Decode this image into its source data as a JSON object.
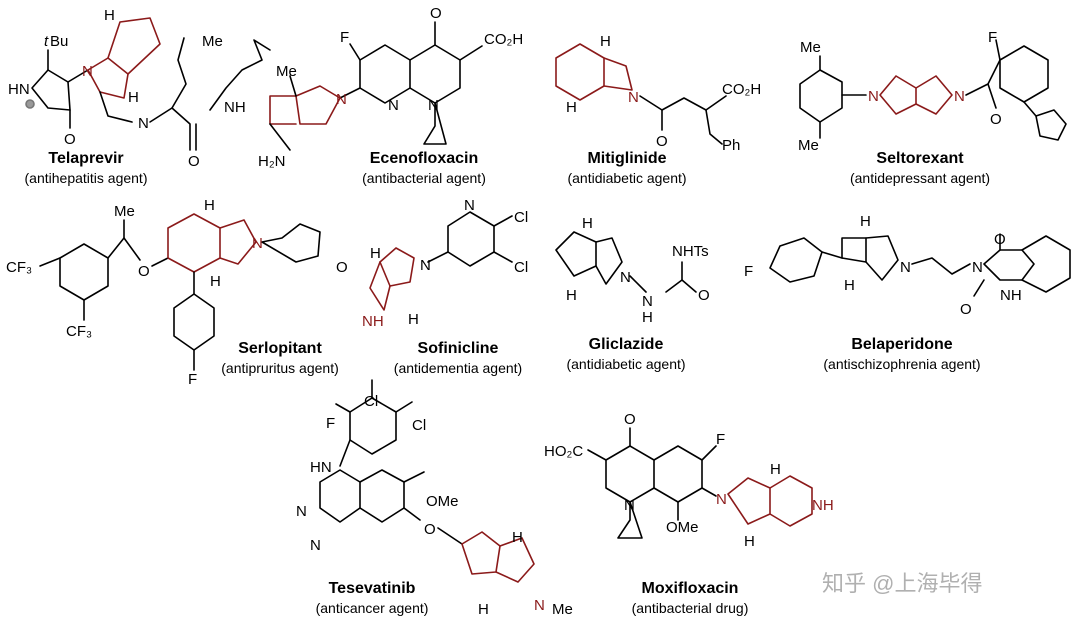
{
  "drugs": [
    {
      "name": "Telaprevir",
      "use": "(antihepatitis agent)"
    },
    {
      "name": "Ecenofloxacin",
      "use": "(antibacterial agent)"
    },
    {
      "name": "Mitiglinide",
      "use": "(antidiabetic agent)"
    },
    {
      "name": "Seltorexant",
      "use": "(antidepressant agent)"
    },
    {
      "name": "Serlopitant",
      "use": "(antipruritus agent)"
    },
    {
      "name": "Sofinicline",
      "use": "(antidementia agent)"
    },
    {
      "name": "Gliclazide",
      "use": "(antidiabetic agent)"
    },
    {
      "name": "Belaperidone",
      "use": "(antischizophrenia agent)"
    },
    {
      "name": "Tesevatinib",
      "use": "(anticancer agent)"
    },
    {
      "name": "Moxifloxacin",
      "use": "(antibacterial drug)"
    }
  ],
  "watermark": "知乎 @上海毕得",
  "colors": {
    "highlight": "#8b1a1a",
    "bond": "#000000"
  }
}
